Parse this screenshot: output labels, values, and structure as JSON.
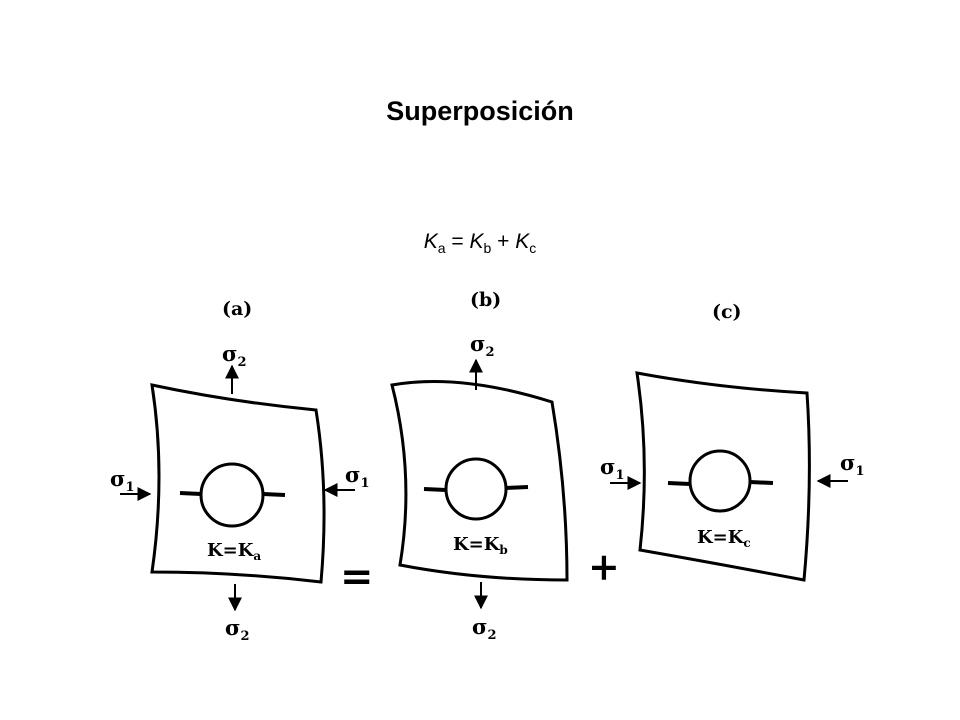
{
  "title": "Superposición",
  "equation": {
    "lhs_symbol": "K",
    "lhs_sub": "a",
    "eq": "=",
    "t1_symbol": "K",
    "t1_sub": "b",
    "plus": "+",
    "t2_symbol": "K",
    "t2_sub": "c"
  },
  "panels": {
    "a": {
      "label": "(a)",
      "k_main": "K=K",
      "k_sub": "a",
      "sigma": "σ",
      "s1_sub": "1",
      "s2_sub": "2"
    },
    "b": {
      "label": "(b)",
      "k_main": "K=K",
      "k_sub": "b",
      "sigma": "σ",
      "s2_sub": "2"
    },
    "c": {
      "label": "(c)",
      "k_main": "K=K",
      "k_sub": "c",
      "sigma": "σ",
      "s1_sub": "1"
    }
  },
  "operators": {
    "equals": "=",
    "plus": "+"
  }
}
